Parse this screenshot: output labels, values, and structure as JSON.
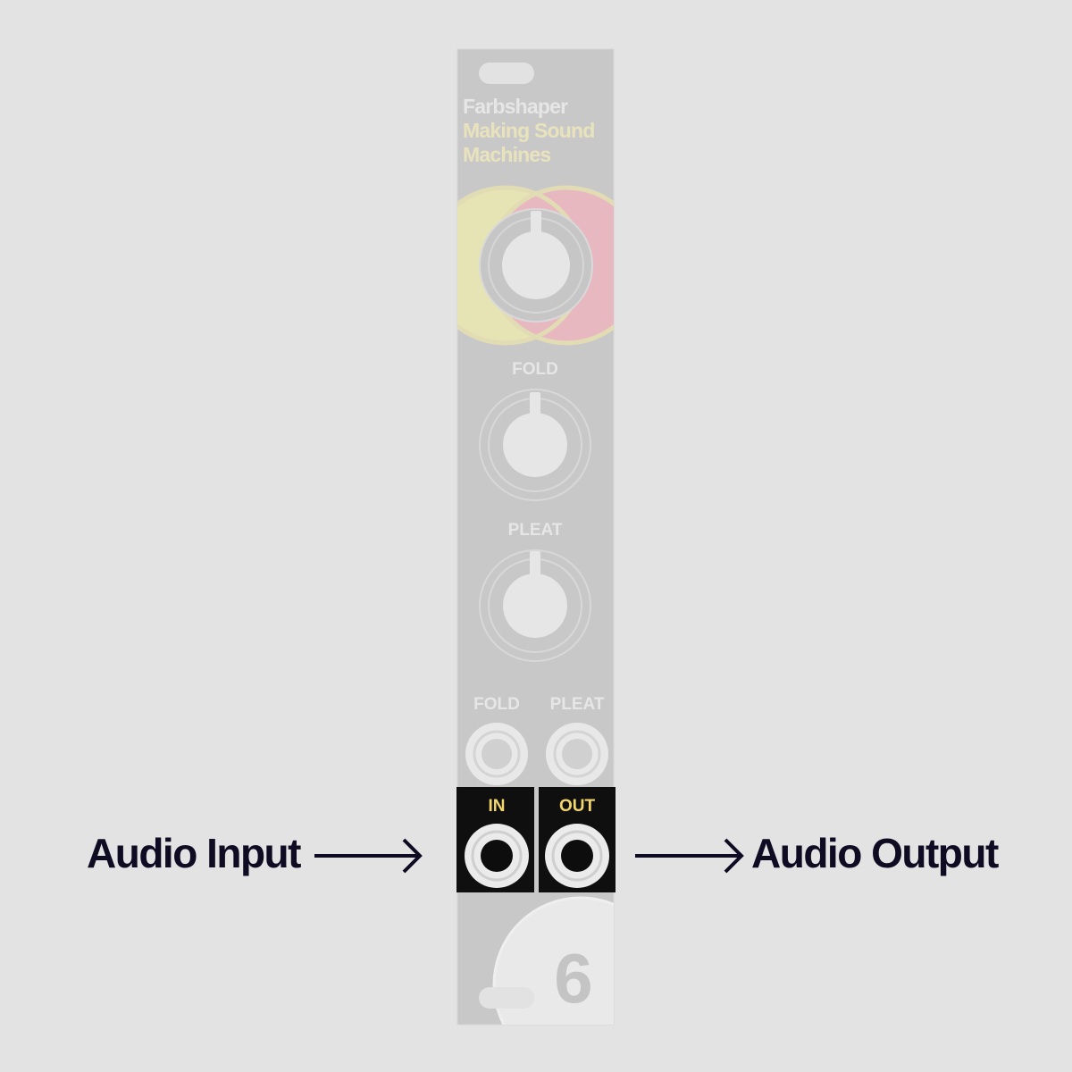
{
  "panel": {
    "brand": "Farbshaper",
    "tagline_line1": "Making Sound",
    "tagline_line2": "Machines",
    "knob_labels": {
      "fold": "FOLD",
      "pleat": "PLEAT"
    },
    "cv_labels": {
      "fold": "FOLD",
      "pleat": "PLEAT"
    },
    "io_labels": {
      "in": "IN",
      "out": "OUT"
    },
    "hp_number": "6"
  },
  "callouts": {
    "input": "Audio Input",
    "output": "Audio Output"
  },
  "colors": {
    "background": "#e3e3e3",
    "panel": "#c8c8c8",
    "panel_text": "#e6e6e6",
    "tagline": "#e9e3bd",
    "highlight_bg": "#0f0f0f",
    "highlight_label": "#f2d66b",
    "callout_text": "#0f0b22",
    "yellow_circle": "#e6e3b4",
    "pink_circle": "#e8b8c1"
  },
  "icons": {
    "arrows": "right-arrow-icon",
    "jacks": "jack-socket-icon"
  }
}
